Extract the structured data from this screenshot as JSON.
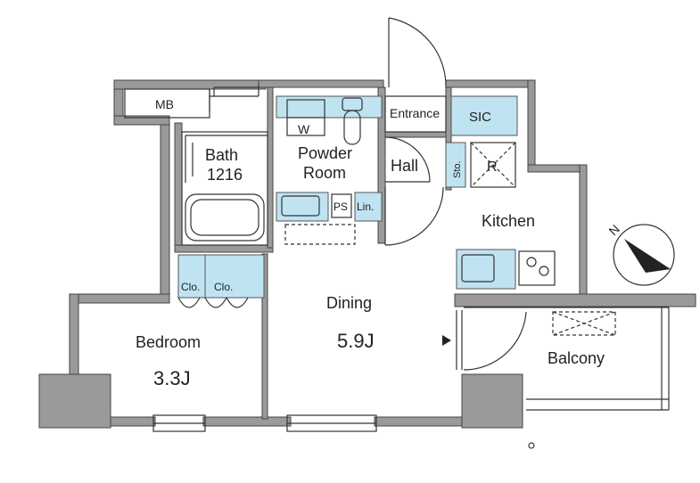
{
  "rooms": {
    "mb": "MB",
    "bath_name": "Bath",
    "bath_size": "1216",
    "powder_line1": "Powder",
    "powder_line2": "Room",
    "washer": "W",
    "entrance": "Entrance",
    "sic": "SIC",
    "hall": "Hall",
    "storage": "Sto.",
    "refrigerator": "R",
    "kitchen": "Kitchen",
    "ps": "PS",
    "linen": "Lin.",
    "closet_1": "Clo.",
    "closet_2": "Clo.",
    "dining_name": "Dining",
    "dining_size": "5.9J",
    "bedroom_name": "Bedroom",
    "bedroom_size": "3.3J",
    "balcony": "Balcony"
  },
  "compass": {
    "north_letter": "N"
  },
  "colors": {
    "wall": "#9a9a9a",
    "wall_outline": "#444444",
    "storage_fill": "#bfe3f1",
    "fixture_stroke": "#555555",
    "line": "#333333"
  }
}
